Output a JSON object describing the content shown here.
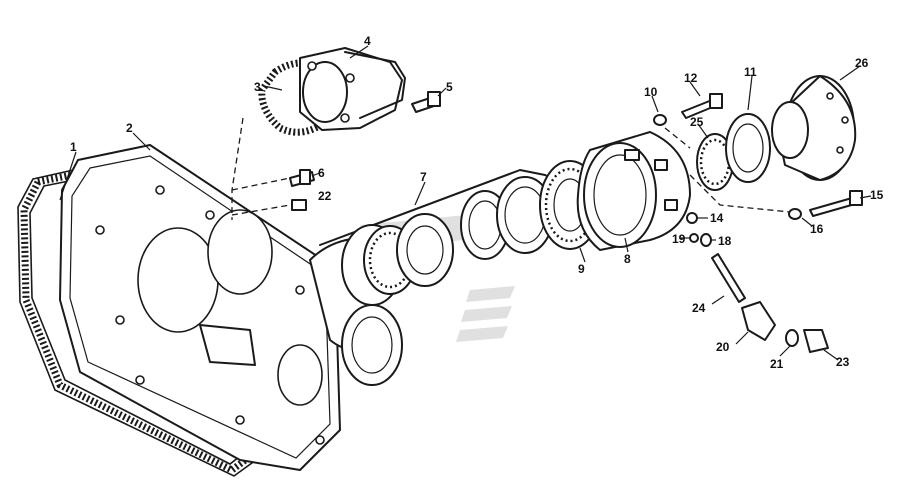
{
  "callouts": [
    {
      "id": "1",
      "label": "1"
    },
    {
      "id": "2",
      "label": "2"
    },
    {
      "id": "3",
      "label": "3"
    },
    {
      "id": "4",
      "label": "4"
    },
    {
      "id": "5",
      "label": "5"
    },
    {
      "id": "6",
      "label": "6"
    },
    {
      "id": "7",
      "label": "7"
    },
    {
      "id": "8",
      "label": "8"
    },
    {
      "id": "9",
      "label": "9"
    },
    {
      "id": "10",
      "label": "10"
    },
    {
      "id": "11",
      "label": "11"
    },
    {
      "id": "12",
      "label": "12"
    },
    {
      "id": "14",
      "label": "14"
    },
    {
      "id": "15",
      "label": "15"
    },
    {
      "id": "16",
      "label": "16"
    },
    {
      "id": "18",
      "label": "18"
    },
    {
      "id": "19",
      "label": "19"
    },
    {
      "id": "20",
      "label": "20"
    },
    {
      "id": "21",
      "label": "21"
    },
    {
      "id": "22",
      "label": "22"
    },
    {
      "id": "23",
      "label": "23"
    },
    {
      "id": "24",
      "label": "24"
    },
    {
      "id": "25",
      "label": "25"
    },
    {
      "id": "26",
      "label": "26"
    }
  ],
  "watermark": {
    "icon": "logo-watermark-icon",
    "color": "#c8c8c8"
  }
}
